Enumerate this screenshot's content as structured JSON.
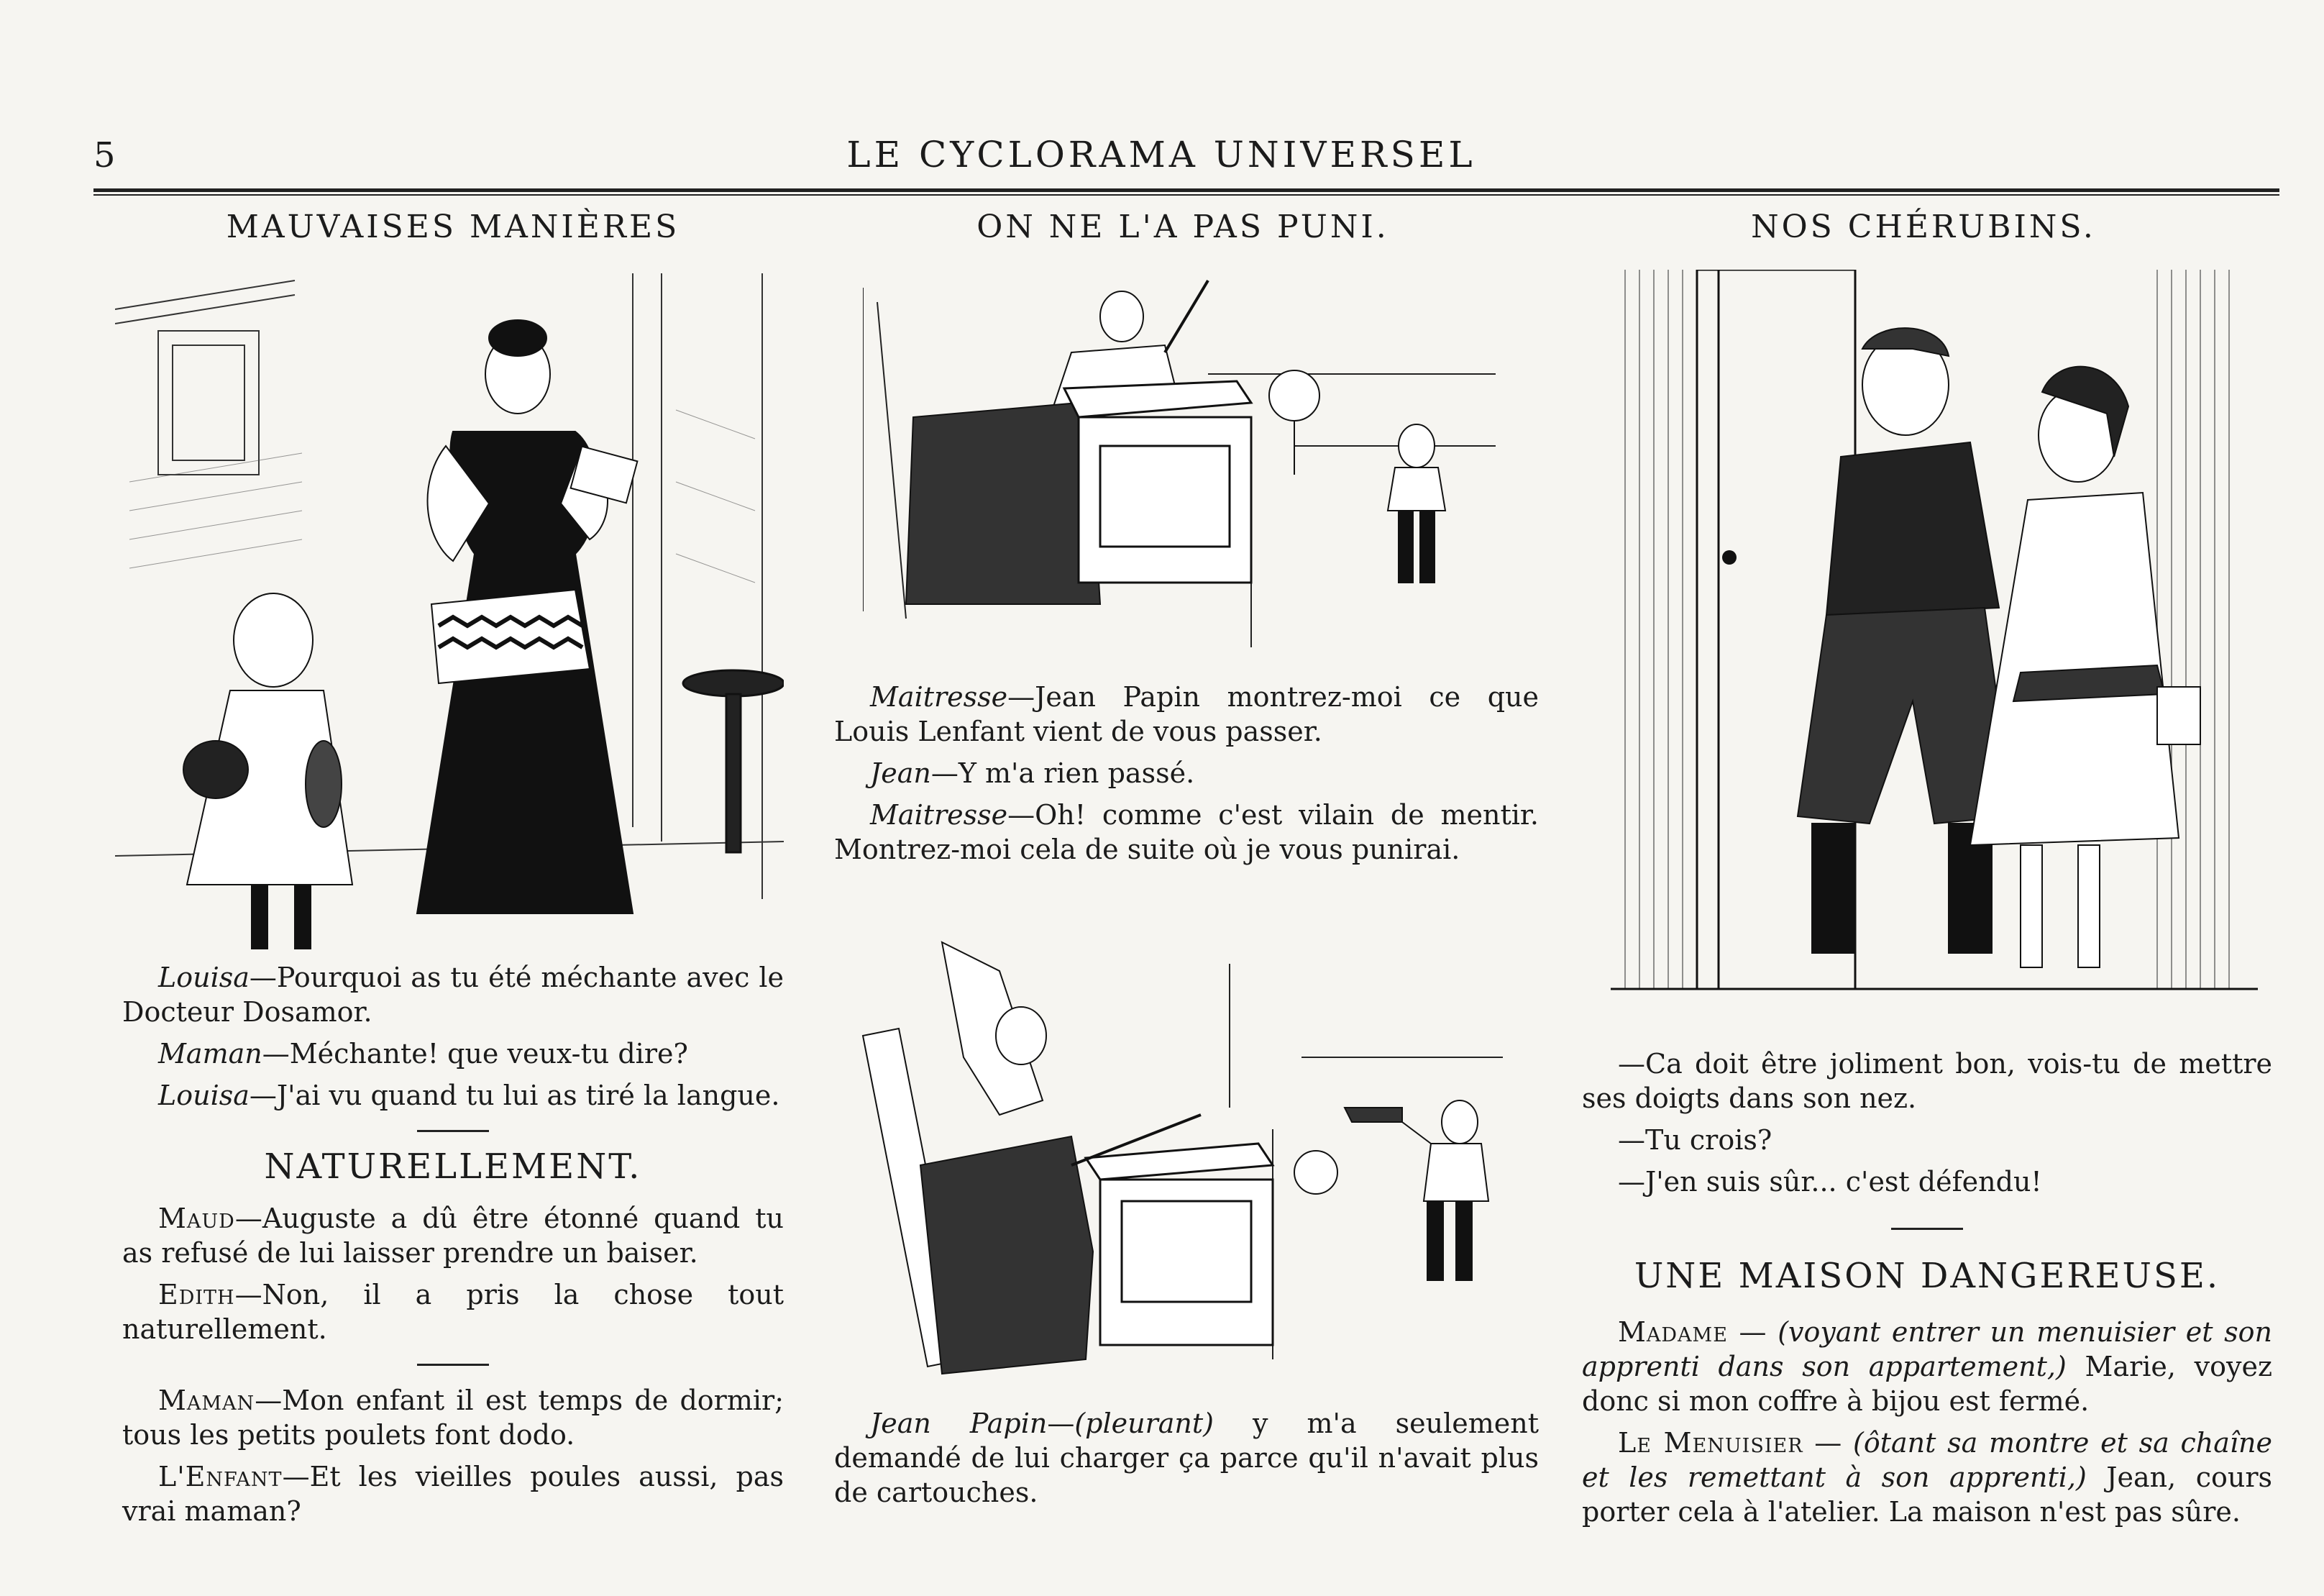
{
  "header": {
    "page_number": "5",
    "journal_title": "LE CYCLORAMA UNIVERSEL"
  },
  "col1": {
    "title": "MAUVAISES MANIÈRES",
    "dialog": [
      {
        "speaker": "Louisa",
        "text": "—Pourquoi as tu été méchante avec le Docteur Dosamor."
      },
      {
        "speaker": "Maman",
        "text": "—Méchante! que veux-tu dire?"
      },
      {
        "speaker": "Louisa",
        "text": "—J'ai vu quand tu lui as tiré la langue."
      }
    ],
    "section2_title": "NATURELLEMENT.",
    "section2": [
      {
        "speaker": "Maud",
        "text": "—Auguste a dû être étonné quand tu as refusé de lui laisser prendre un baiser."
      },
      {
        "speaker": "Edith",
        "text": "—Non, il a pris la chose tout naturellement."
      }
    ],
    "section3": [
      {
        "speaker": "Maman",
        "text": "—Mon enfant il est temps de dormir; tous les petits poulets font dodo."
      },
      {
        "speaker": "L'Enfant",
        "text": "—Et les vieilles poules aussi, pas vrai maman?"
      }
    ]
  },
  "col2": {
    "title": "ON NE L'A PAS PUNI.",
    "dialog": [
      {
        "speaker": "Maitresse",
        "text": "—Jean Papin montrez-moi ce que Louis Lenfant vient de vous passer."
      },
      {
        "speaker": "Jean",
        "text": "—Y m'a rien passé."
      },
      {
        "speaker": "Maitresse",
        "text": "—Oh! comme c'est vilain de mentir. Montrez-moi cela de suite où je vous punirai."
      }
    ],
    "caption_speaker": "Jean Papin",
    "caption_aside": "(pleurant)",
    "caption_text": " y m'a seulement demandé de lui charger ça parce qu'il n'avait plus de cartouches."
  },
  "col3": {
    "title": "NOS CHÉRUBINS.",
    "dialog": [
      "—Ca doit être joliment bon, vois-tu de mettre ses doigts dans son nez.",
      "—Tu crois?",
      "—J'en suis sûr... c'est défendu!"
    ],
    "section2_title": "UNE MAISON DANGEREUSE.",
    "section2": [
      {
        "speaker": "Madame",
        "aside": "(voyant entrer un menuisier et son apprenti dans son appartement,)",
        "text": " Marie, voyez donc si mon coffre à bijou est fermé."
      },
      {
        "speaker": "Le Menuisier",
        "aside": "(ôtant sa montre et sa chaîne et les remettant à son apprenti,)",
        "text": " Jean, cours porter cela à l'atelier. La maison n'est pas sûre."
      }
    ]
  }
}
